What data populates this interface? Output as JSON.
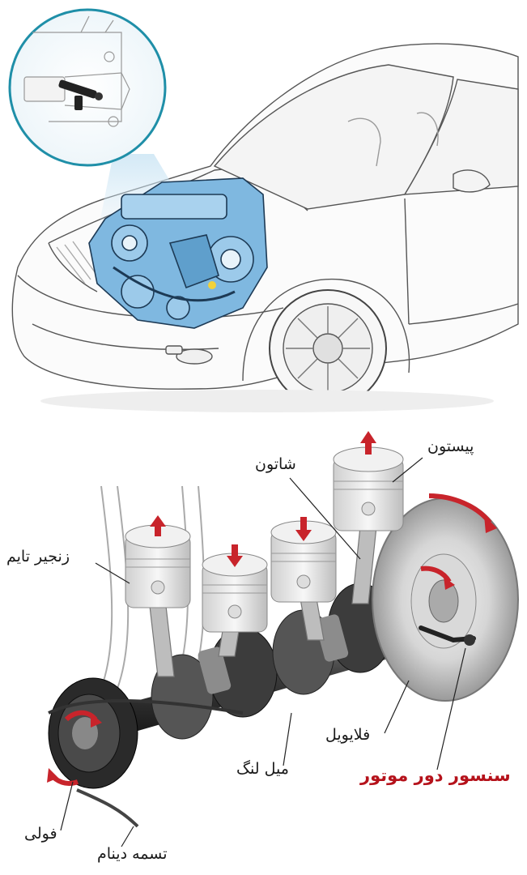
{
  "labels": {
    "piston": "پیستون",
    "rod": "شاتون",
    "timing_chain": "زنجیر تایم",
    "flywheel": "فلایویل",
    "crankshaft": "میل لنگ",
    "sensor": "سنسور دور موتور",
    "pulley": "فولی",
    "belt": "تسمه دینام"
  },
  "colors": {
    "engine_blue": "#7fb8e0",
    "ring_teal": "#1f8fa8",
    "arrow_red": "#c8242b",
    "highlight_text": "#b5121b"
  },
  "icons": [
    "up-arrow-icon",
    "down-arrow-icon",
    "rotation-arrow-icon"
  ]
}
